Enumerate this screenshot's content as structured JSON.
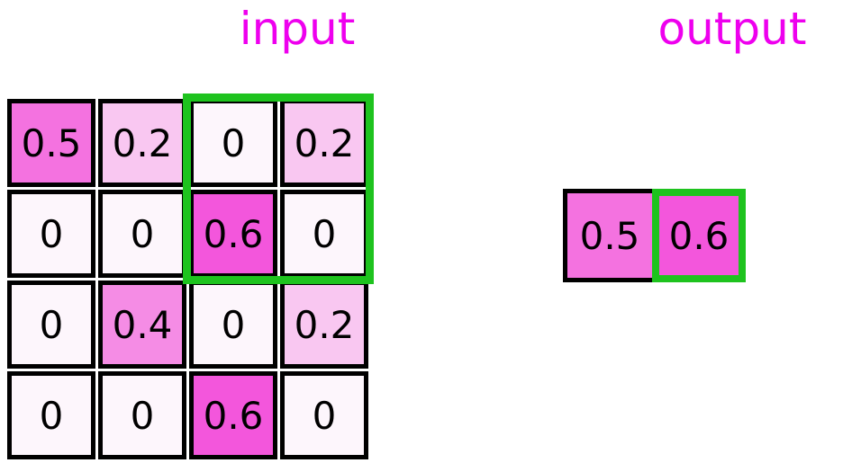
{
  "titles": {
    "input": "input",
    "output": "output"
  },
  "colors": {
    "title": "#ee00ee",
    "cell_border": "#000000",
    "highlight": "#1ec31e",
    "value_colors": {
      "0": "#fdf6fc",
      "0.2": "#f9c7f1",
      "0.4": "#f58ce5",
      "0.5": "#f472e0",
      "0.6": "#f356dc"
    }
  },
  "input_grid": {
    "rows": 4,
    "cols": 4,
    "values": [
      [
        "0.5",
        "0.2",
        "0",
        "0.2"
      ],
      [
        "0",
        "0",
        "0.6",
        "0"
      ],
      [
        "0",
        "0.4",
        "0",
        "0.2"
      ],
      [
        "0",
        "0",
        "0.6",
        "0"
      ]
    ],
    "highlight_region": {
      "row_start": 0,
      "col_start": 2,
      "rows": 2,
      "cols": 2
    }
  },
  "output_grid": {
    "values": [
      "0.5",
      "0.6"
    ],
    "highlight_index": 1
  }
}
